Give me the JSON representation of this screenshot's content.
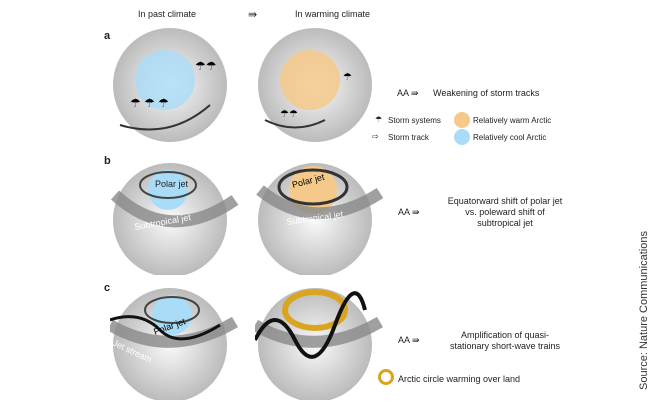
{
  "header": {
    "past": "In past climate",
    "arrow": "⇛",
    "warming": "In warming climate"
  },
  "panels": {
    "a": {
      "label": "a",
      "aa": "AA ⇛",
      "text": "Weakening of storm tracks"
    },
    "b": {
      "label": "b",
      "aa": "AA ⇛",
      "text_lines": [
        "Equatorward shift of polar jet",
        "vs. poleward shift of",
        "subtropical jet"
      ],
      "polar_jet": "Polar jet",
      "subtropical_jet": "Subtropical jet"
    },
    "c": {
      "label": "c",
      "aa": "AA ⇛",
      "text_lines": [
        "Amplification of quasi-",
        "stationary short-wave trains"
      ],
      "polar_jet": "Polar jet",
      "jet_stream": "Jet stream"
    }
  },
  "legend": {
    "storm_systems": "Storm systems",
    "storm_track": "Storm track",
    "warm": "Relatively warm Arctic",
    "cool": "Relatively cool Arctic",
    "arctic_land": "Arctic circle warming over land"
  },
  "colors": {
    "warm": "#f5c98a",
    "cool": "#a9dcf7",
    "land": "#d9a520"
  },
  "source": "Source: Nature Communications"
}
